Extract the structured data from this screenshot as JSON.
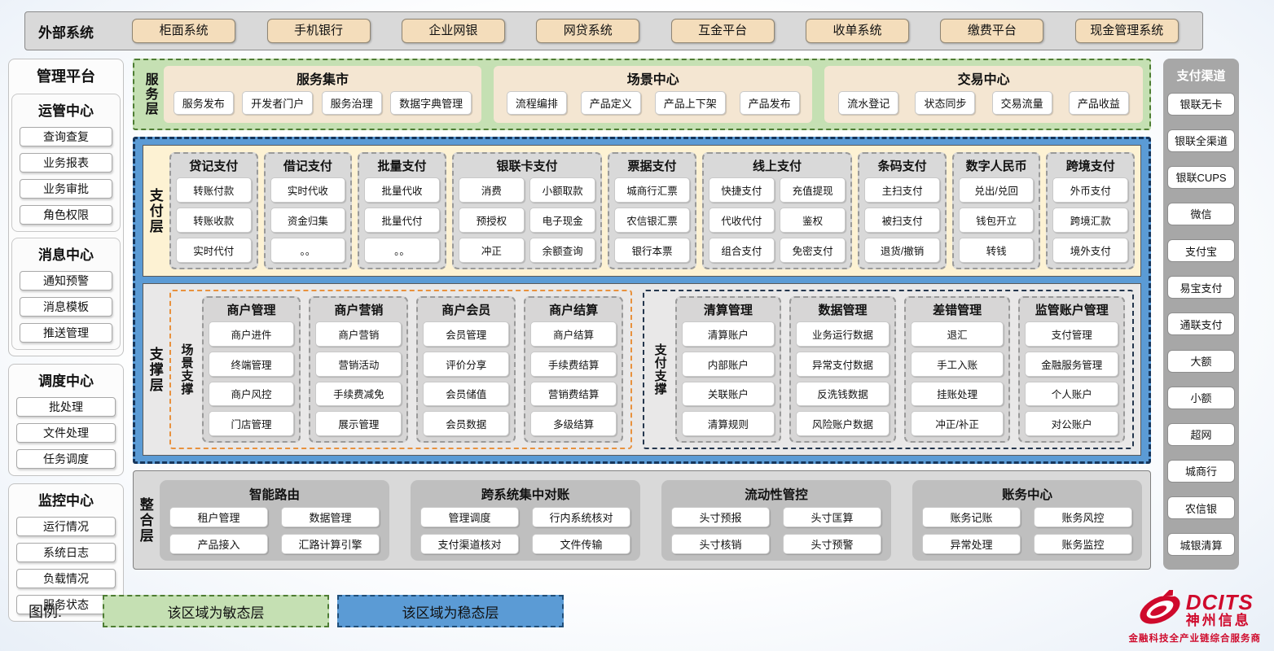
{
  "external_systems": {
    "label": "外部系统",
    "items": [
      "柜面系统",
      "手机银行",
      "企业网银",
      "网贷系统",
      "互金平台",
      "收单系统",
      "缴费平台",
      "现金管理系统"
    ]
  },
  "management_platform": {
    "title": "管理平台",
    "groups": [
      {
        "title": "运管中心",
        "items": [
          "查询查复",
          "业务报表",
          "业务审批",
          "角色权限"
        ]
      },
      {
        "title": "消息中心",
        "items": [
          "通知预警",
          "消息模板",
          "推送管理"
        ]
      },
      {
        "title": "调度中心",
        "items": [
          "批处理",
          "文件处理",
          "任务调度"
        ]
      },
      {
        "title": "监控中心",
        "items": [
          "运行情况",
          "系统日志",
          "负载情况",
          "服务状态"
        ]
      }
    ]
  },
  "service_layer": {
    "label": "服务层",
    "sections": [
      {
        "title": "服务集市",
        "items": [
          "服务发布",
          "开发者门户",
          "服务治理",
          "数据字典管理"
        ]
      },
      {
        "title": "场景中心",
        "items": [
          "流程编排",
          "产品定义",
          "产品上下架",
          "产品发布"
        ]
      },
      {
        "title": "交易中心",
        "items": [
          "流水登记",
          "状态同步",
          "交易流量",
          "产品收益"
        ]
      }
    ]
  },
  "payment_layer": {
    "label": "支付层",
    "columns": [
      {
        "title": "贷记支付",
        "cols": 1,
        "items": [
          "转账付款",
          "转账收款",
          "实时代付"
        ]
      },
      {
        "title": "借记支付",
        "cols": 1,
        "items": [
          "实时代收",
          "资金归集",
          "。。"
        ]
      },
      {
        "title": "批量支付",
        "cols": 1,
        "items": [
          "批量代收",
          "批量代付",
          "。。"
        ]
      },
      {
        "title": "银联卡支付",
        "cols": 2,
        "items": [
          "消费",
          "小额取款",
          "预授权",
          "电子现金",
          "冲正",
          "余额查询"
        ]
      },
      {
        "title": "票据支付",
        "cols": 1,
        "items": [
          "城商行汇票",
          "农信银汇票",
          "银行本票"
        ]
      },
      {
        "title": "线上支付",
        "cols": 2,
        "items": [
          "快捷支付",
          "充值提现",
          "代收代付",
          "鉴权",
          "组合支付",
          "免密支付"
        ]
      },
      {
        "title": "条码支付",
        "cols": 1,
        "items": [
          "主扫支付",
          "被扫支付",
          "退货/撤销"
        ]
      },
      {
        "title": "数字人民币",
        "cols": 1,
        "items": [
          "兑出/兑回",
          "钱包开立",
          "转钱"
        ]
      },
      {
        "title": "跨境支付",
        "cols": 1,
        "items": [
          "外币支付",
          "跨境汇款",
          "境外支付"
        ]
      }
    ]
  },
  "support_layer": {
    "label": "支撑层",
    "zones": [
      {
        "label": "场景支撑",
        "accent": "orange",
        "columns": [
          {
            "title": "商户管理",
            "items": [
              "商户进件",
              "终端管理",
              "商户风控",
              "门店管理"
            ]
          },
          {
            "title": "商户营销",
            "items": [
              "商户营销",
              "营销活动",
              "手续费减免",
              "展示管理"
            ]
          },
          {
            "title": "商户会员",
            "items": [
              "会员管理",
              "评价分享",
              "会员储值",
              "会员数据"
            ]
          },
          {
            "title": "商户结算",
            "items": [
              "商户结算",
              "手续费结算",
              "营销费结算",
              "多级结算"
            ]
          }
        ]
      },
      {
        "label": "支付支撑",
        "accent": "navy",
        "columns": [
          {
            "title": "清算管理",
            "items": [
              "清算账户",
              "内部账户",
              "关联账户",
              "清算规则"
            ]
          },
          {
            "title": "数据管理",
            "items": [
              "业务运行数据",
              "异常支付数据",
              "反洗钱数据",
              "风险账户数据"
            ]
          },
          {
            "title": "差错管理",
            "items": [
              "退汇",
              "手工入账",
              "挂账处理",
              "冲正/补正"
            ]
          },
          {
            "title": "监管账户管理",
            "items": [
              "支付管理",
              "金融服务管理",
              "个人账户",
              "对公账户"
            ]
          }
        ]
      }
    ]
  },
  "integration_layer": {
    "label": "整合层",
    "sections": [
      {
        "title": "智能路由",
        "items": [
          "租户管理",
          "数据管理",
          "产品接入",
          "汇路计算引擎"
        ]
      },
      {
        "title": "跨系统集中对账",
        "items": [
          "管理调度",
          "行内系统核对",
          "支付渠道核对",
          "文件传输"
        ]
      },
      {
        "title": "流动性管控",
        "items": [
          "头寸预报",
          "头寸匡算",
          "头寸核销",
          "头寸预警"
        ]
      },
      {
        "title": "账务中心",
        "items": [
          "账务记账",
          "账务风控",
          "异常处理",
          "账务监控"
        ]
      }
    ]
  },
  "payment_channels": {
    "title": "支付渠道",
    "items": [
      "银联无卡",
      "银联全渠道",
      "银联CUPS",
      "微信",
      "支付宝",
      "易宝支付",
      "通联支付",
      "大额",
      "小额",
      "超网",
      "城商行",
      "农信银",
      "城银清算"
    ]
  },
  "legend": {
    "label": "图例:",
    "items": [
      {
        "text": "该区域为敏态层",
        "type": "agile"
      },
      {
        "text": "该区域为稳态层",
        "type": "stable"
      }
    ]
  },
  "logo": {
    "name": "DCITS",
    "cn": "神州信息",
    "tagline": "金融科技全产业链综合服务商"
  },
  "colors": {
    "agile_green": "#c5e0b3",
    "agile_green_border": "#4e7d33",
    "stable_blue": "#5b9bd5",
    "stable_blue_border": "#16365c",
    "payment_cream": "#fdf2d3",
    "panel_gray": "#d9d9d9",
    "section_gray": "#bfbfbf",
    "sidebar_gray": "#a7a7a7",
    "tan_button": "#f4ddbb",
    "orange_accent": "#e8913d",
    "navy_accent": "#24364d",
    "logo_red": "#cf0a2c"
  }
}
